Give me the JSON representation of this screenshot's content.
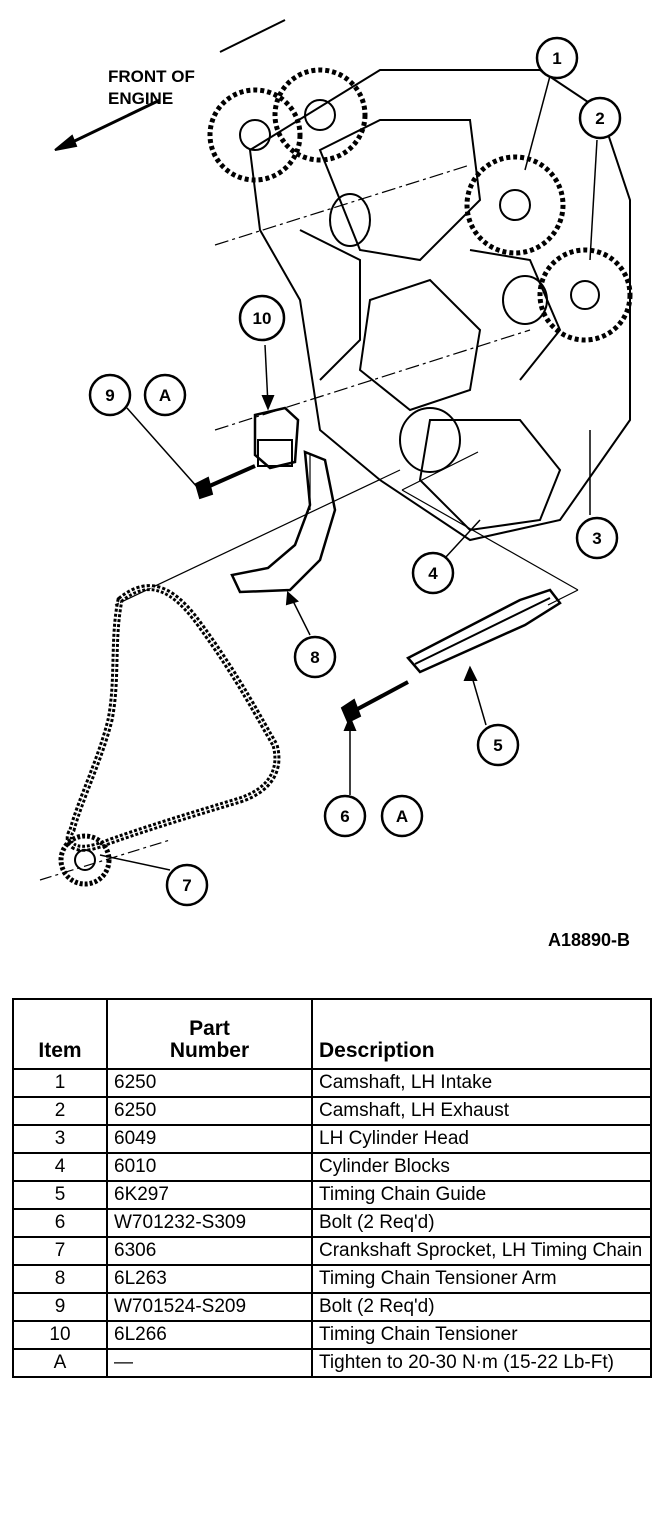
{
  "diagram": {
    "front_label_line1": "FRONT OF",
    "front_label_line2": "ENGINE",
    "figure_id": "A18890-B",
    "callouts": [
      "1",
      "2",
      "3",
      "4",
      "5",
      "6",
      "7",
      "8",
      "9",
      "10",
      "A",
      "A"
    ]
  },
  "table": {
    "headers": {
      "item": "Item",
      "part_number_line1": "Part",
      "part_number_line2": "Number",
      "description": "Description"
    },
    "rows": [
      {
        "item": "1",
        "part": "6250",
        "desc": "Camshaft, LH Intake"
      },
      {
        "item": "2",
        "part": "6250",
        "desc": "Camshaft, LH Exhaust"
      },
      {
        "item": "3",
        "part": "6049",
        "desc": "LH Cylinder Head"
      },
      {
        "item": "4",
        "part": "6010",
        "desc": "Cylinder Blocks"
      },
      {
        "item": "5",
        "part": "6K297",
        "desc": "Timing Chain Guide"
      },
      {
        "item": "6",
        "part": "W701232-S309",
        "desc": "Bolt (2 Req'd)"
      },
      {
        "item": "7",
        "part": "6306",
        "desc": "Crankshaft Sprocket, LH Timing Chain"
      },
      {
        "item": "8",
        "part": "6L263",
        "desc": "Timing Chain Tensioner Arm"
      },
      {
        "item": "9",
        "part": "W701524-S209",
        "desc": "Bolt (2 Req'd)"
      },
      {
        "item": "10",
        "part": "6L266",
        "desc": "Timing Chain Tensioner"
      },
      {
        "item": "A",
        "part": "—",
        "desc": "Tighten to 20-30 N·m (15-22 Lb-Ft)"
      }
    ]
  }
}
